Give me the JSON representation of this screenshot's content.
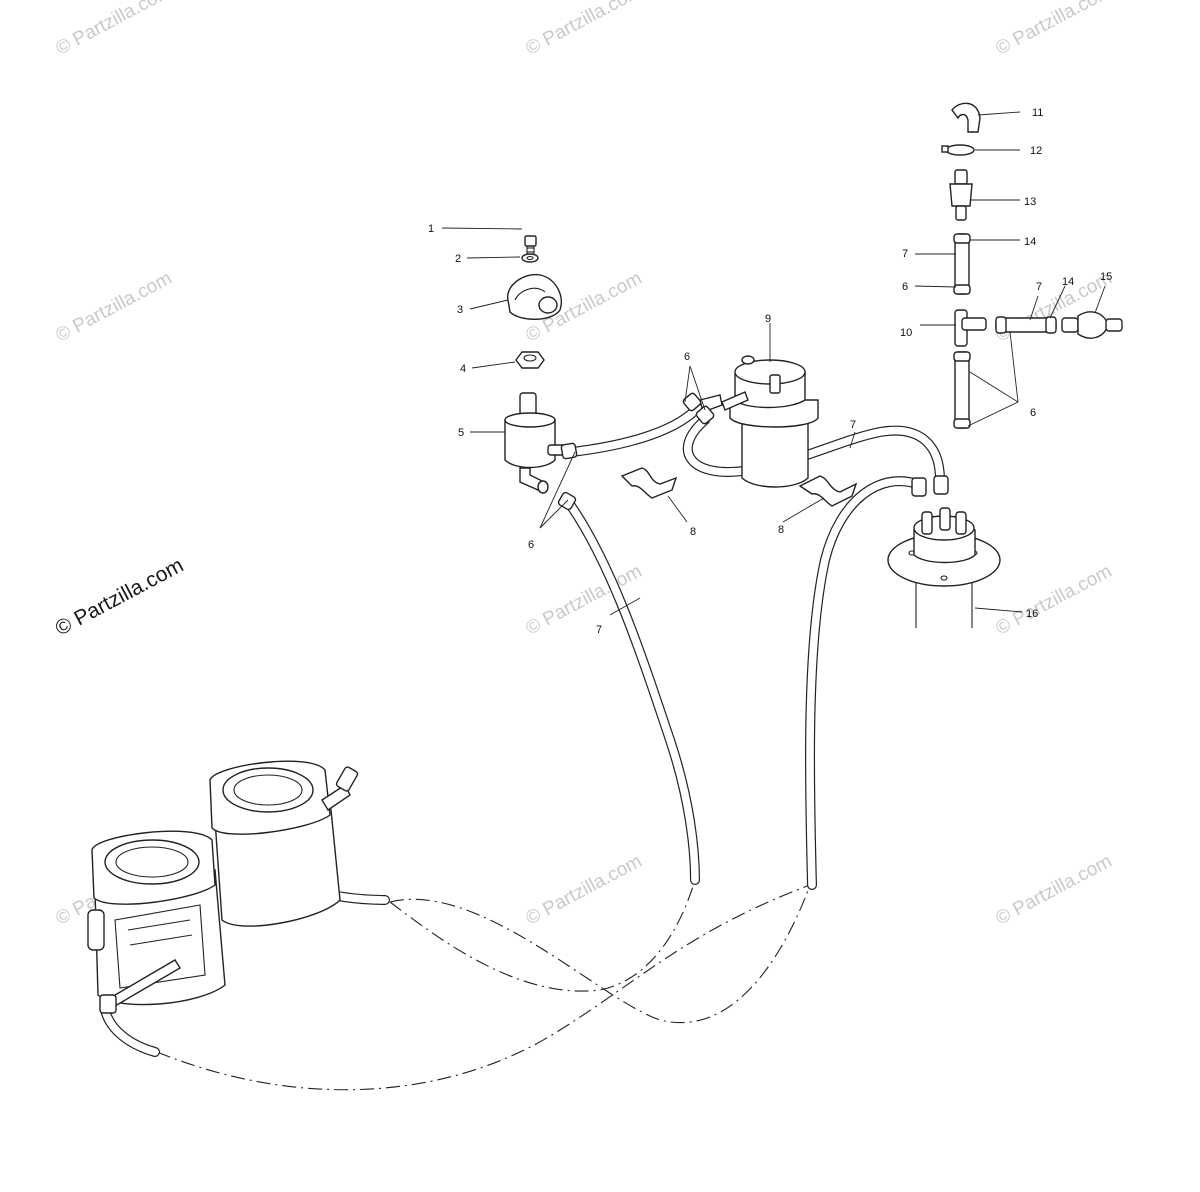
{
  "watermark": {
    "faint_text": "© Partzilla.com",
    "main_text": "© Partzilla.com"
  },
  "callouts": [
    {
      "id": "c1",
      "label": "1"
    },
    {
      "id": "c2",
      "label": "2"
    },
    {
      "id": "c3",
      "label": "3"
    },
    {
      "id": "c4",
      "label": "4"
    },
    {
      "id": "c5",
      "label": "5"
    },
    {
      "id": "c6a",
      "label": "6"
    },
    {
      "id": "c6b",
      "label": "6"
    },
    {
      "id": "c6c",
      "label": "6"
    },
    {
      "id": "c6d",
      "label": "6"
    },
    {
      "id": "c7a",
      "label": "7"
    },
    {
      "id": "c7b",
      "label": "7"
    },
    {
      "id": "c7c",
      "label": "7"
    },
    {
      "id": "c7d",
      "label": "7"
    },
    {
      "id": "c8a",
      "label": "8"
    },
    {
      "id": "c8b",
      "label": "8"
    },
    {
      "id": "c9",
      "label": "9"
    },
    {
      "id": "c10",
      "label": "10"
    },
    {
      "id": "c11",
      "label": "11"
    },
    {
      "id": "c12",
      "label": "12"
    },
    {
      "id": "c13",
      "label": "13"
    },
    {
      "id": "c14a",
      "label": "14"
    },
    {
      "id": "c14b",
      "label": "14"
    },
    {
      "id": "c15",
      "label": "15"
    },
    {
      "id": "c16",
      "label": "16"
    }
  ]
}
